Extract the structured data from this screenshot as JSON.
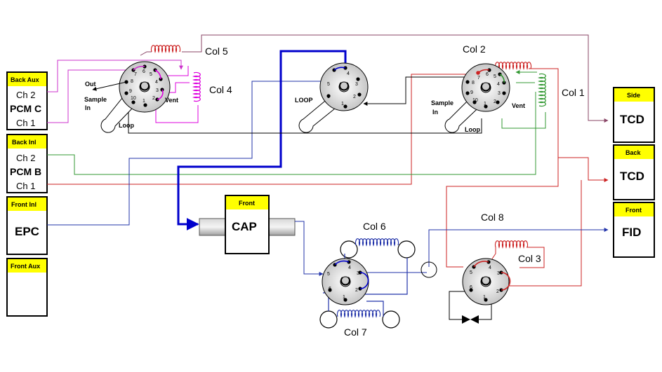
{
  "colors": {
    "violet": "#cc33cc",
    "mauve": "#884466",
    "red": "#cc2222",
    "green": "#339933",
    "blue": "#2233aa",
    "magenta": "#dd00dd",
    "header_yellow": "#ffff00"
  },
  "left_modules": {
    "back_aux": {
      "header": "Back Aux",
      "ch2": "Ch 2",
      "name": "PCM C",
      "ch1": "Ch 1"
    },
    "back_inl": {
      "header": "Back Inl",
      "ch2": "Ch 2",
      "name": "PCM B",
      "ch1": "Ch 1"
    },
    "front_inl": {
      "header": "Front Inl",
      "name": "EPC"
    },
    "front_aux": {
      "header": "Front Aux"
    }
  },
  "detectors": {
    "side": {
      "header": "Side",
      "name": "TCD"
    },
    "back": {
      "header": "Back",
      "name": "TCD"
    },
    "front": {
      "header": "Front",
      "name": "FID"
    }
  },
  "cap": {
    "header": "Front",
    "name": "CAP"
  },
  "columns": {
    "col1": "Col 1",
    "col2": "Col 2",
    "col3": "Col 3",
    "col4": "Col 4",
    "col5": "Col 5",
    "col6": "Col 6",
    "col7": "Col 7",
    "col8": "Col 8"
  },
  "valve_labels": {
    "out": "Out",
    "sample": "Sample",
    "in": "In",
    "loop": "Loop",
    "vent": "Vent",
    "loop_caps": "LOOP"
  }
}
